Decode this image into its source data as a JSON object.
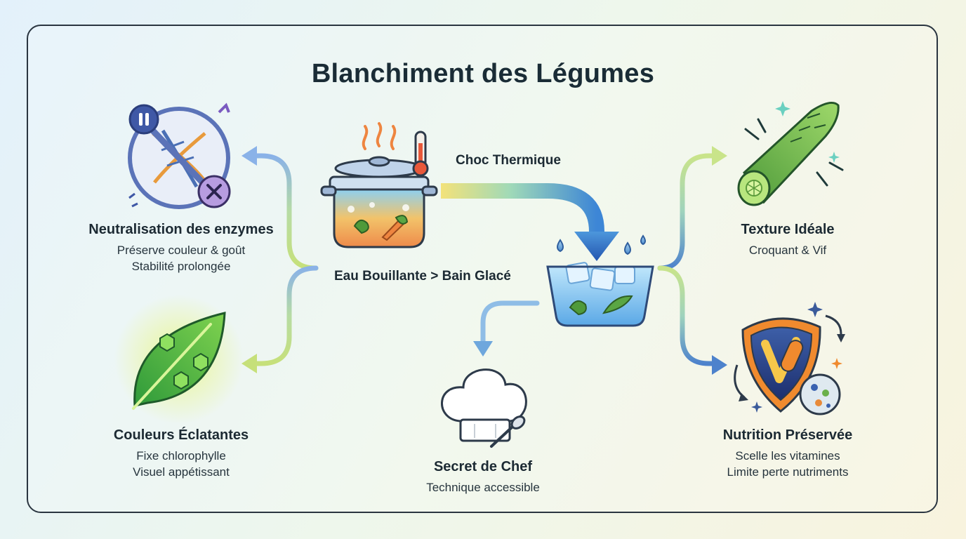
{
  "title": "Blanchiment des Légumes",
  "process": {
    "shock_label": "Choc Thermique",
    "flow_label": "Eau Bouillante > Bain Glacé"
  },
  "benefits": {
    "enzymes": {
      "title": "Neutralisation des enzymes",
      "lines": [
        "Préserve couleur & goût",
        "Stabilité prolongée"
      ]
    },
    "colors": {
      "title": "Couleurs Éclatantes",
      "lines": [
        "Fixe chlorophylle",
        "Visuel appétissant"
      ]
    },
    "chef": {
      "title": "Secret de Chef",
      "lines": [
        "Technique accessible"
      ]
    },
    "texture": {
      "title": "Texture Idéale",
      "lines": [
        "Croquant & Vif"
      ]
    },
    "nutrition": {
      "title": "Nutrition Préservée",
      "lines": [
        "Scelle les vitamines",
        "Limite perte nutriments"
      ]
    }
  },
  "icons": {
    "enzymes": "enzyme-stop-icon",
    "pot": "boiling-pot-icon",
    "thermometer": "thermometer-icon",
    "ice_bath": "ice-bath-icon",
    "leaf": "leaf-icon",
    "chef_hat": "chef-hat-icon",
    "asparagus": "asparagus-icon",
    "shield": "vitamin-shield-icon"
  },
  "colors": {
    "accent_blue": "#2f6fc0",
    "accent_green": "#7cc95a",
    "accent_orange": "#e87a3a",
    "text": "#1c2a33"
  }
}
